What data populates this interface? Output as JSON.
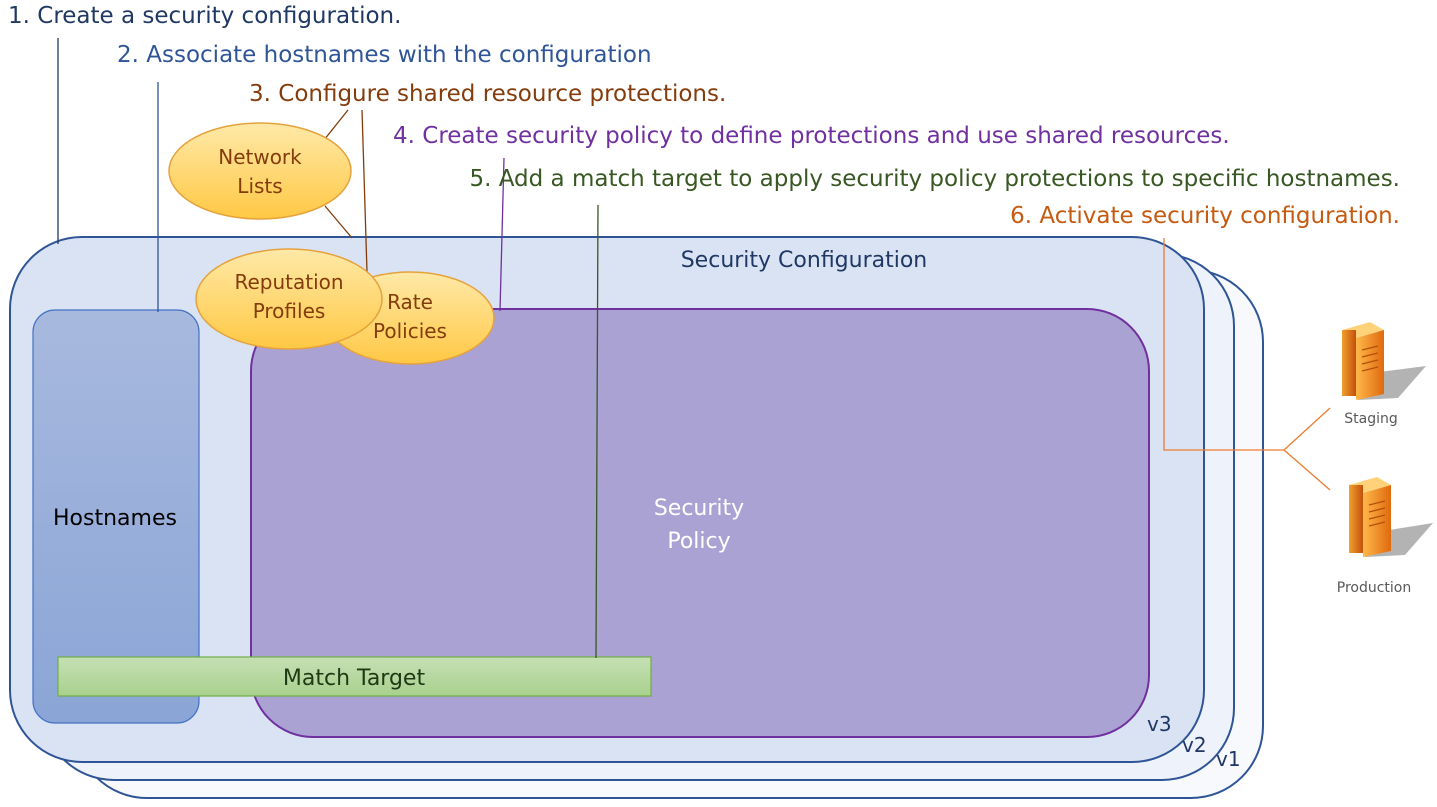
{
  "steps": [
    {
      "number": "1.",
      "text": "Create a security configuration.",
      "color": "#1f3864"
    },
    {
      "number": "2.",
      "text": "Associate hostnames with the configuration",
      "color": "#2f5597"
    },
    {
      "number": "3.",
      "text": "Configure shared resource protections.",
      "color": "#843c0c"
    },
    {
      "number": "4.",
      "text": "Create security policy to define protections and use shared resources.",
      "color": "#7030a0"
    },
    {
      "number": "5.",
      "text": "Add a match target to apply security policy protections to specific hostnames.",
      "color": "#385723"
    },
    {
      "number": "6.",
      "text": "Activate security configuration.",
      "color": "#c55a11"
    }
  ],
  "config": {
    "title": "Security Configuration",
    "versions": [
      "v3",
      "v2",
      "v1"
    ]
  },
  "hostnames": {
    "label": "Hostnames"
  },
  "policy": {
    "line1": "Security",
    "line2": "Policy"
  },
  "match_target": {
    "label": "Match Target"
  },
  "resources": {
    "network_lists": {
      "line1": "Network",
      "line2": "Lists"
    },
    "reputation_profiles": {
      "line1": "Reputation",
      "line2": "Profiles"
    },
    "rate_policies": {
      "line1": "Rate",
      "line2": "Policies"
    }
  },
  "networks": {
    "staging": "Staging",
    "production": "Production"
  },
  "colors": {
    "config_fill": "#dae3f3",
    "config_stroke": "#2f5597",
    "back_fill": "#f4f7fc",
    "policy_fill": "#aba2d4",
    "policy_stroke": "#7030a0",
    "hostnames_fill": "#8eaadb",
    "match_fill": "#a9d18e",
    "ellipse_fill": "#ffd966",
    "ellipse_stroke": "#e6a23c",
    "server_orange": "#f4901e",
    "activate_line": "#ed7d31"
  }
}
